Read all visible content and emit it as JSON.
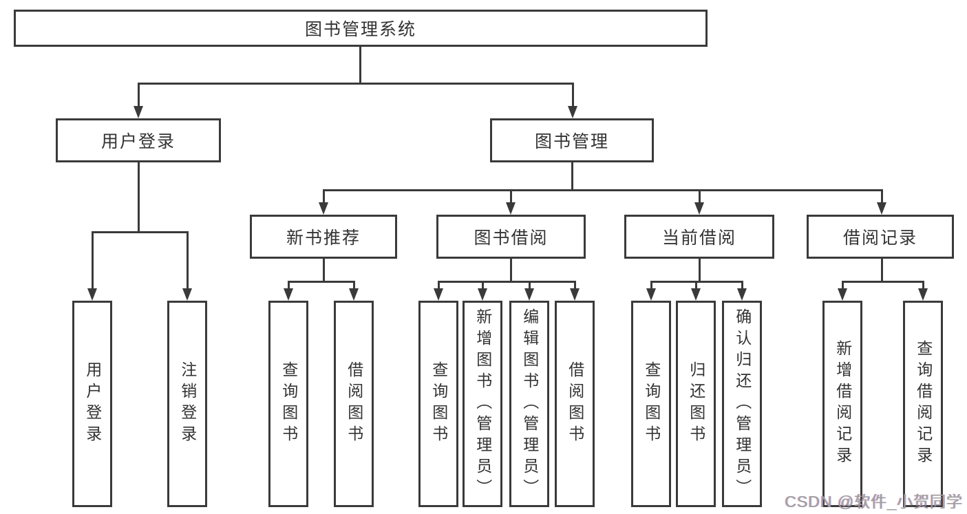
{
  "diagram": {
    "root": {
      "label": "图书管理系统"
    },
    "level2": [
      {
        "label": "用户登录"
      },
      {
        "label": "图书管理"
      }
    ],
    "level3": [
      {
        "label": "新书推荐"
      },
      {
        "label": "图书借阅"
      },
      {
        "label": "当前借阅"
      },
      {
        "label": "借阅记录"
      }
    ],
    "level4": {
      "user_login_children": [
        {
          "label": "用户登录"
        },
        {
          "label": "注销登录"
        }
      ],
      "recommend_children": [
        {
          "label": "查询图书"
        },
        {
          "label": "借阅图书"
        }
      ],
      "borrow_children": [
        {
          "label": "查询图书"
        },
        {
          "label": "新增图书（管理员）"
        },
        {
          "label": "编辑图书（管理员）"
        },
        {
          "label": "借阅图书"
        }
      ],
      "current_children": [
        {
          "label": "查询图书"
        },
        {
          "label": "归还图书"
        },
        {
          "label": "确认归还（管理员）"
        }
      ],
      "records_children": [
        {
          "label": "新增借阅记录"
        },
        {
          "label": "查询借阅记录"
        }
      ]
    },
    "watermark": "CSDN @软件_小贺同学",
    "colors": {
      "line": "#3a3a3a",
      "text": "#333333",
      "watermark": "#9f9f9f",
      "background": "#ffffff"
    }
  }
}
